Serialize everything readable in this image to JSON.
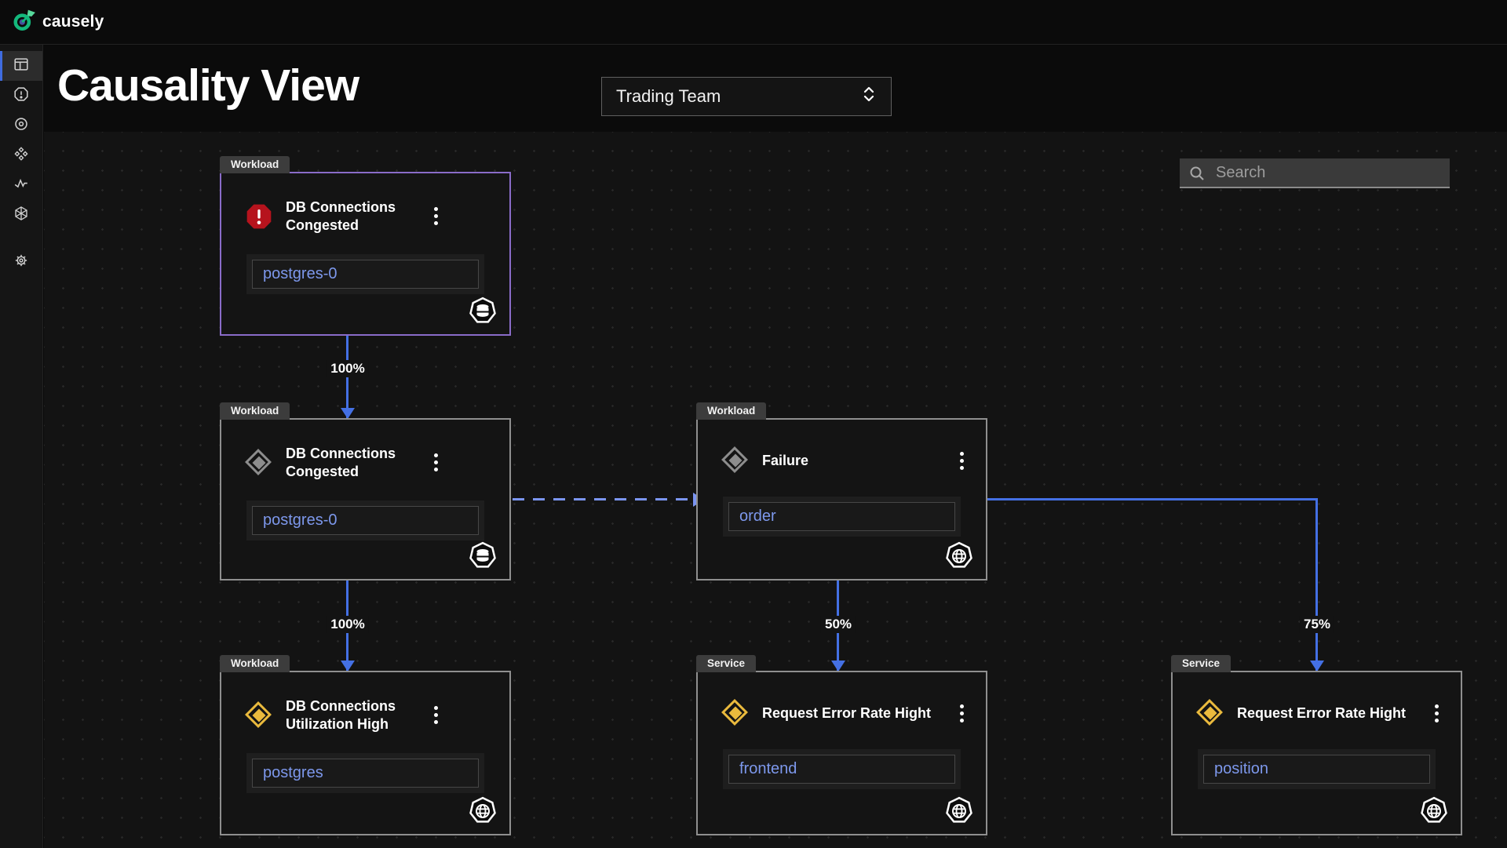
{
  "header": {
    "brand": "causely"
  },
  "sidebar": {
    "items": [
      {
        "icon": "dashboard-icon",
        "selected": true
      },
      {
        "icon": "alert-octagon-icon",
        "selected": false
      },
      {
        "icon": "target-icon",
        "selected": false
      },
      {
        "icon": "diamonds-icon",
        "selected": false
      },
      {
        "icon": "pulse-icon",
        "selected": false
      },
      {
        "icon": "hex-wheel-icon",
        "selected": false
      },
      {
        "icon": "settings-gear-icon",
        "selected": false
      }
    ]
  },
  "page": {
    "title": "Causality View"
  },
  "toolbar": {
    "team_selector_value": "Trading Team",
    "search_placeholder": "Search"
  },
  "graph": {
    "nodes": [
      {
        "category": "Workload",
        "title": "DB Connections Congested",
        "entity": "postgres-0",
        "severity": "root-cause",
        "badge": "database"
      },
      {
        "category": "Workload",
        "title": "DB Connections Congested",
        "entity": "postgres-0",
        "severity": "symptom-gray",
        "badge": "database"
      },
      {
        "category": "Workload",
        "title": "DB Connections Utilization High",
        "entity": "postgres",
        "severity": "symptom-yellow",
        "badge": "globe"
      },
      {
        "category": "Workload",
        "title": "Failure",
        "entity": "order",
        "severity": "symptom-gray",
        "badge": "globe"
      },
      {
        "category": "Service",
        "title": "Request Error Rate Hight",
        "entity": "frontend",
        "severity": "symptom-yellow",
        "badge": "globe"
      },
      {
        "category": "Service",
        "title": "Request Error Rate Hight",
        "entity": "position",
        "severity": "symptom-yellow",
        "badge": "globe"
      }
    ],
    "edges": [
      {
        "from": 0,
        "to": 1,
        "label": "100%",
        "style": "solid"
      },
      {
        "from": 1,
        "to": 2,
        "label": "100%",
        "style": "solid"
      },
      {
        "from": 1,
        "to": 3,
        "label": "",
        "style": "dashed"
      },
      {
        "from": 3,
        "to": 4,
        "label": "50%",
        "style": "solid"
      },
      {
        "from": 3,
        "to": 5,
        "label": "75%",
        "style": "solid"
      }
    ],
    "colors": {
      "edge_solid": "#4470e4",
      "edge_dashed": "#7b95f2",
      "root_cause_red": "#b6131d",
      "symptom_yellow": "#eaba3d",
      "symptom_gray": "#8d8d8d",
      "entity_text": "#7d98ec",
      "root_node_border": "#8a6cc9",
      "brand_green": "#14b87c"
    }
  }
}
